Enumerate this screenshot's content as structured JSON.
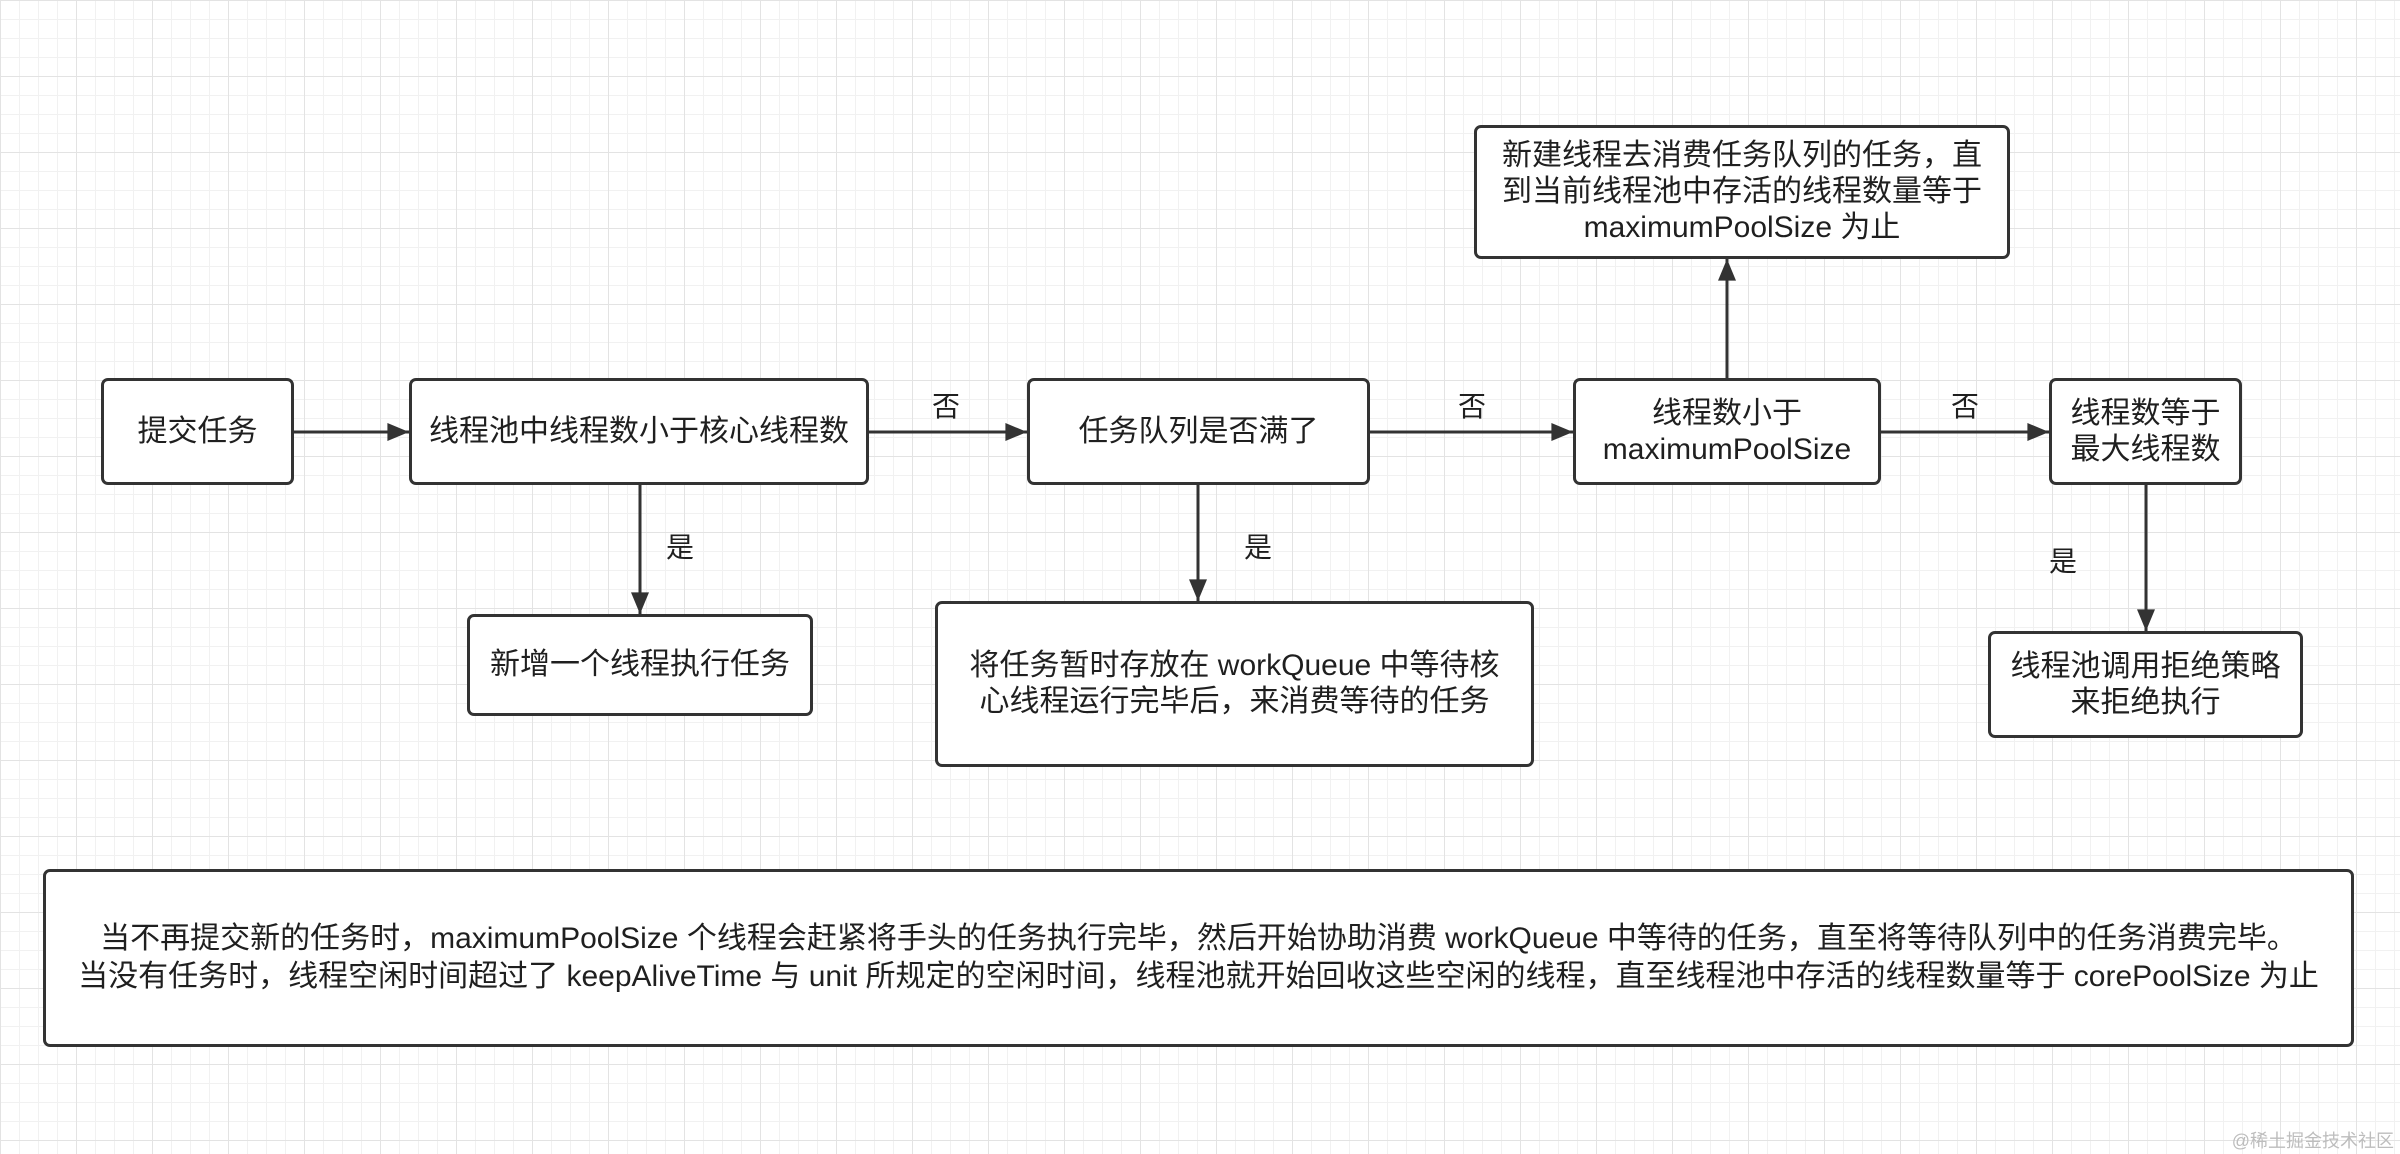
{
  "nodes": {
    "submit_task": [
      "提交任务"
    ],
    "core_check": [
      "线程池中线程数小于核心线程数"
    ],
    "queue_full_check": [
      "任务队列是否满了"
    ],
    "max_pool_check": [
      "线程数小于",
      "maximumPoolSize"
    ],
    "max_reached_check": [
      "线程数等于",
      "最大线程数"
    ],
    "create_until_max": [
      "新建线程去消费任务队列的任务，直",
      "到当前线程池中存活的线程数量等于",
      "maximumPoolSize 为止"
    ],
    "add_thread": [
      "新增一个线程执行任务"
    ],
    "enqueue_task": [
      "将任务暂时存放在 workQueue 中等待核",
      "心线程运行完毕后，来消费等待的任务"
    ],
    "reject_task": [
      "线程池调用拒绝策略",
      "来拒绝执行"
    ]
  },
  "edge_labels": {
    "core_to_queue": "否",
    "queue_to_max": "否",
    "max_to_reached": "否",
    "core_to_add": "是",
    "queue_to_enqueue": "是",
    "reached_to_reject": "是"
  },
  "note": [
    "当不再提交新的任务时，maximumPoolSize 个线程会赶紧将手头的任务执行完毕，然后开始协助消费 workQueue 中等待的任务，直至将等待队列中的任务消费完毕。",
    "当没有任务时，线程空闲时间超过了 keepAliveTime 与 unit 所规定的空闲时间，线程池就开始回收这些空闲的线程，直至线程池中存活的线程数量等于 corePoolSize 为止"
  ],
  "watermark": "@稀土掘金技术社区",
  "colors": {
    "stroke": "#333333",
    "text": "#1f1f1f",
    "watermark": "#bdbdbd",
    "grid_major": "#e3e3e3",
    "grid_minor": "#f1f1f1"
  }
}
